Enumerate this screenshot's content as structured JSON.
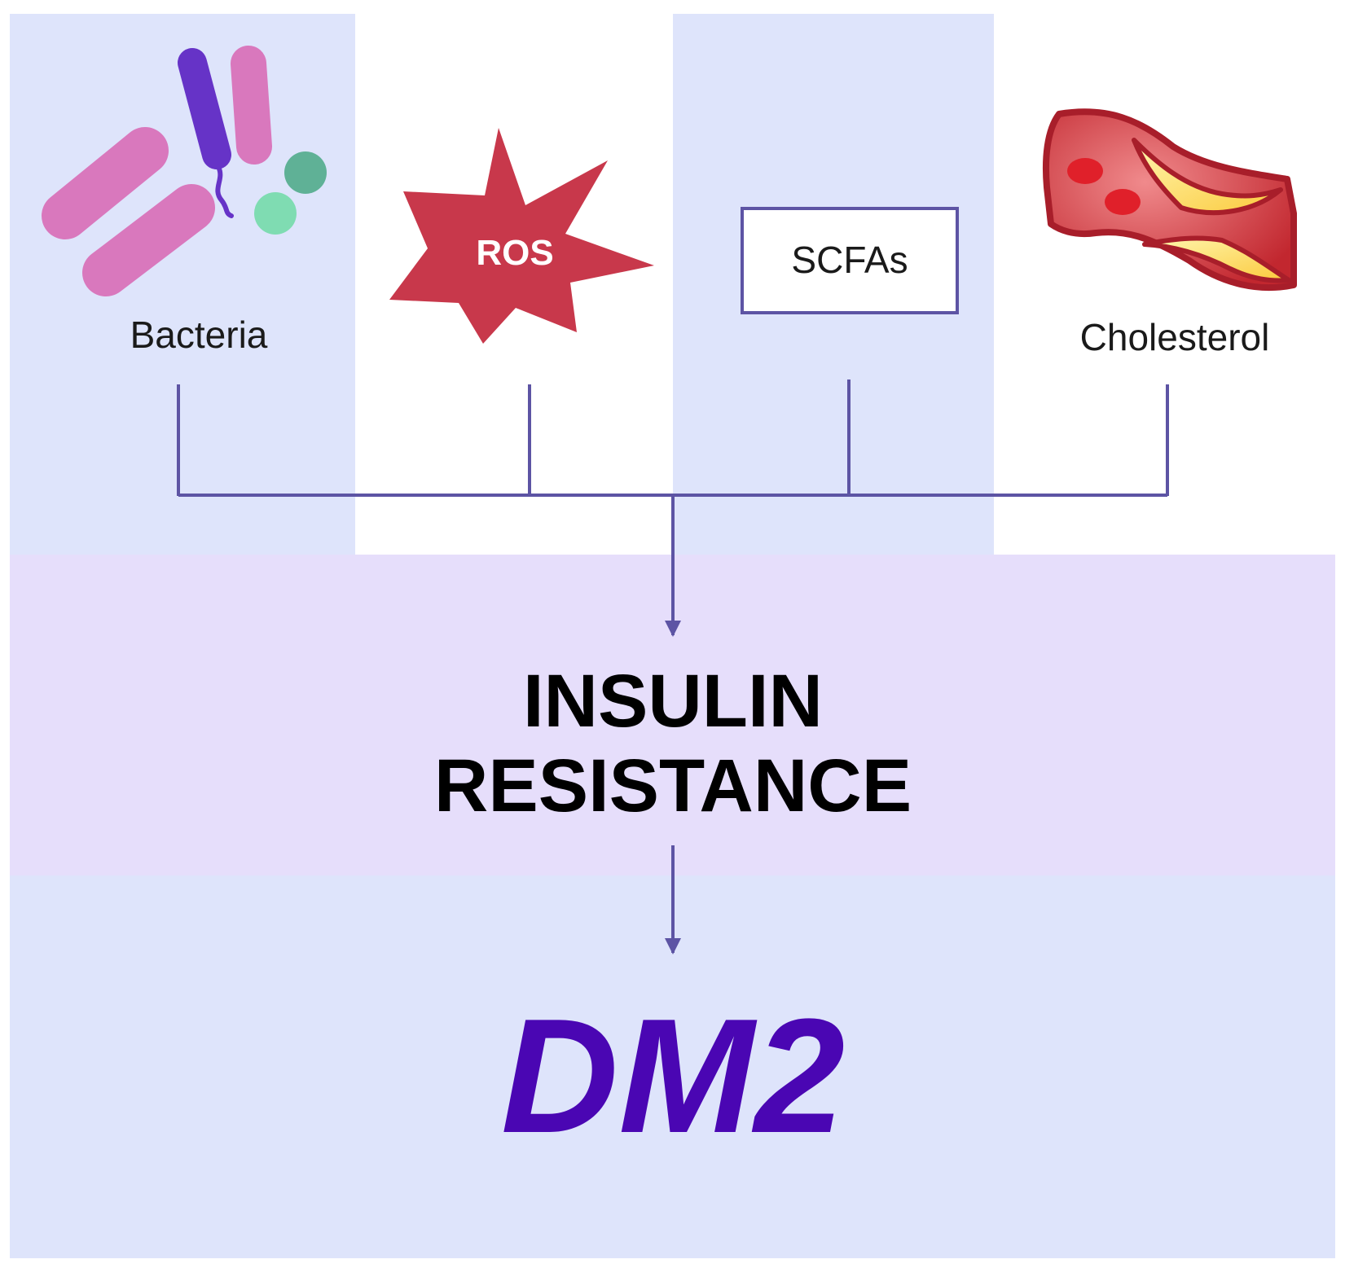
{
  "colors": {
    "panel_blue": "#dee4fb",
    "panel_lavender": "#e6defb",
    "connector": "#5d54a4",
    "bacteria_pink": "#d978bd",
    "bacteria_purple": "#6633c7",
    "bacteria_green_dark": "#5fb196",
    "bacteria_green_light": "#7fdcb2",
    "ros_red": "#c8384b",
    "vessel_red": "#c2272f",
    "plaque_yellow": "#fde26a",
    "dm2_purple": "#4a06b3"
  },
  "factors": [
    {
      "label": "Bacteria",
      "icon": "bacteria-icon"
    },
    {
      "label": "ROS",
      "icon": "ros-starburst-icon"
    },
    {
      "label": "SCFAs",
      "icon": "scfas-box"
    },
    {
      "label": "Cholesterol",
      "icon": "blood-vessel-plaque-icon"
    }
  ],
  "middle": {
    "line1": "INSULIN",
    "line2": "RESISTANCE"
  },
  "outcome": {
    "label": "DM2"
  }
}
